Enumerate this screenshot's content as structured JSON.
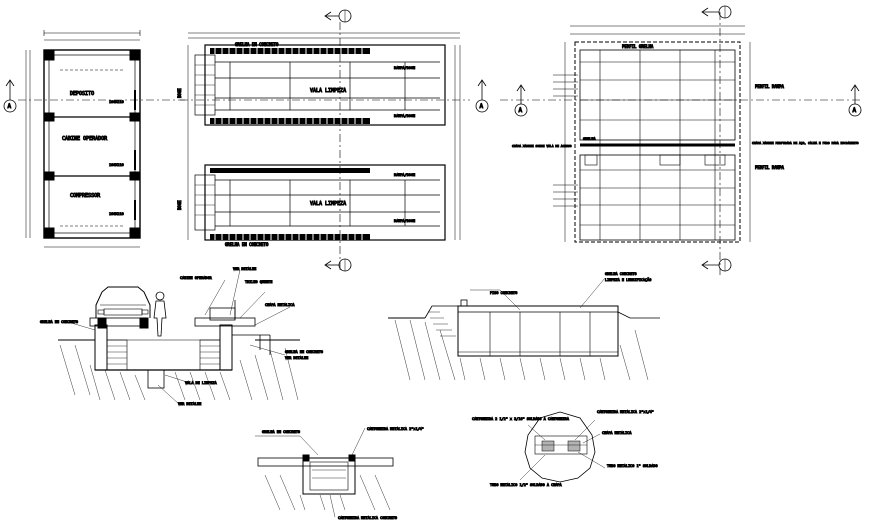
{
  "plan_a": {
    "rooms": {
      "deposito": "DEPOSITO",
      "cabine": "CABINE OPERADOR",
      "compressor": "COMPRESSOR"
    },
    "window_labels": [
      "100X210",
      "100X210",
      "100X210"
    ]
  },
  "plan_b": {
    "top_label": "GRELHA EM CONCRETO",
    "bottom_label": "GRELHA EM CONCRETO",
    "vala_top": "VALA LIMPEZA",
    "vala_bottom": "VALA LIMPEZA",
    "rampa_labels": [
      "RAMPA/BOGE",
      "RAMPA/BOGE",
      "RAMPA/BOGE",
      "RAMPA/BOGE"
    ],
    "side_labels": [
      "BOGE",
      "BOGE"
    ]
  },
  "plan_c": {
    "labels": [
      "PERFIL GRELHA",
      "PERFIL RAMPA",
      "PERFIL RAMPA",
      "GRELHA"
    ],
    "notes_left": "CHAPA XADREZ SOBRE VALA DE ACESSO",
    "notes_right": "CHAPA XADREZ PERFURADA DE AÇO, CALHA E FURO PARA ESCOAMENTO"
  },
  "section_markers": {
    "letter": "A"
  },
  "section_1": {
    "labels": [
      "CABINE OPERADOR",
      "VER DETALHE",
      "TRILHO QUENTE",
      "CHAPA METALICA",
      "GRELHA EM CONCRETO",
      "GRELHA EM CONCRETO",
      "VER DETALHE",
      "VALA DE LIMPEZA",
      "VER DETALHE"
    ]
  },
  "section_2": {
    "labels": [
      "PISO CONCRETO",
      "GRELHA CONCRETO",
      "LIMPEZA E LUBRIFICAÇÃO"
    ]
  },
  "detail_1": {
    "labels": [
      "GRELHA EM CONCRETO",
      "CANTONEIRA METALICA 2\"x1/4\"",
      "CANTONEIRA METALICA CONCRETO"
    ]
  },
  "detail_2": {
    "labels": [
      "CANTONEIRA 2 1/2\" x 3/16\" SOLDADO A CANTONEIRA",
      "CANTONEIRA METALICA 2\"x1/4\"",
      "CHAPA METALICA",
      "TUBO METALICO 1\" SOLDADO",
      "TUBO METALICO 1/2\" SOLDADO A CHAPA"
    ]
  }
}
